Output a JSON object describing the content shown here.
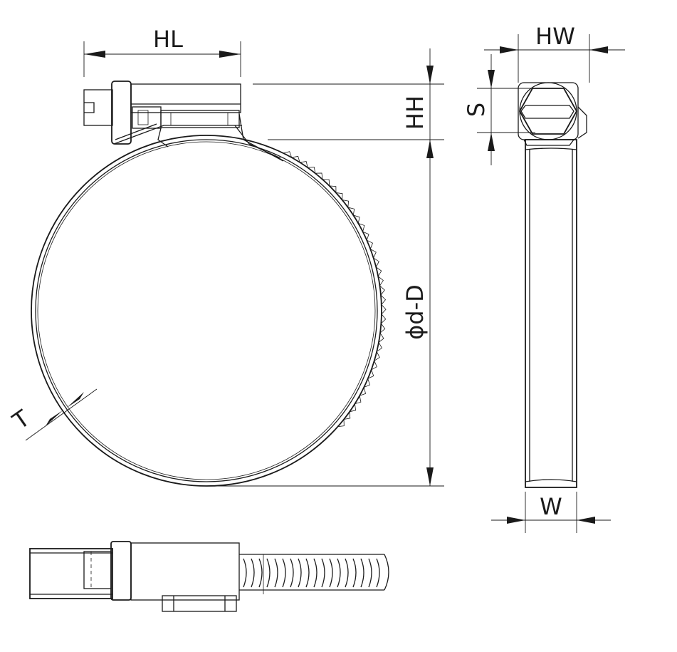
{
  "drawing": {
    "labels": {
      "hl": "HL",
      "hh": "HH",
      "diameter": "ϕd-D",
      "thickness": "T",
      "hw": "HW",
      "s": "S",
      "w": "W"
    },
    "colors": {
      "line": "#1a1a1a",
      "background": "#ffffff"
    }
  }
}
